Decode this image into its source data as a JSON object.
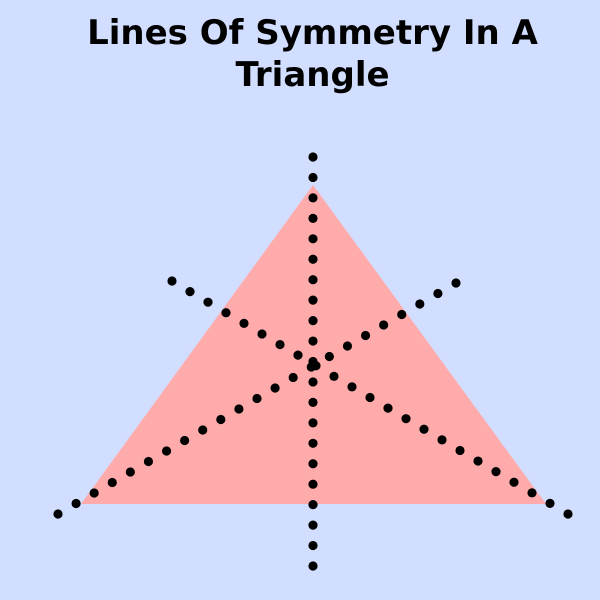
{
  "title": {
    "line1": "Lines Of Symmetry In A",
    "line2": "Triangle"
  },
  "colors": {
    "background": "#d1deff",
    "triangle_fill": "#ffabab",
    "dots": "#000000",
    "title_text": "#000000"
  },
  "shape": "equilateral-triangle",
  "lines_of_symmetry": 3
}
